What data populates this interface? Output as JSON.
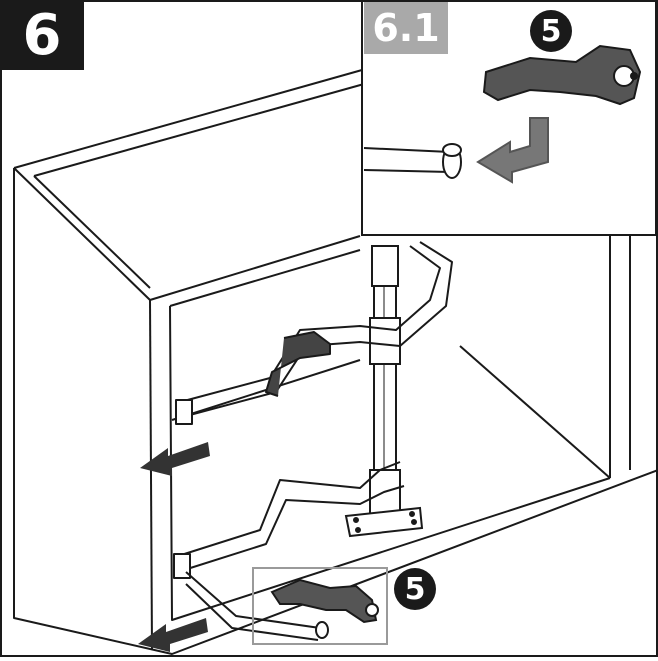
{
  "step": {
    "number": "6"
  },
  "detail": {
    "number": "6.1"
  },
  "callouts": [
    {
      "part_number": "5"
    },
    {
      "part_number": "5"
    }
  ],
  "colors": {
    "line": "#1a1a1a",
    "step_label_bg": "#1a1a1a",
    "detail_label_bg": "#a9a9a9",
    "arrow_fill": "#333333",
    "detail_arrow_fill": "#777777",
    "frame_gray": "#9a9a9a"
  }
}
